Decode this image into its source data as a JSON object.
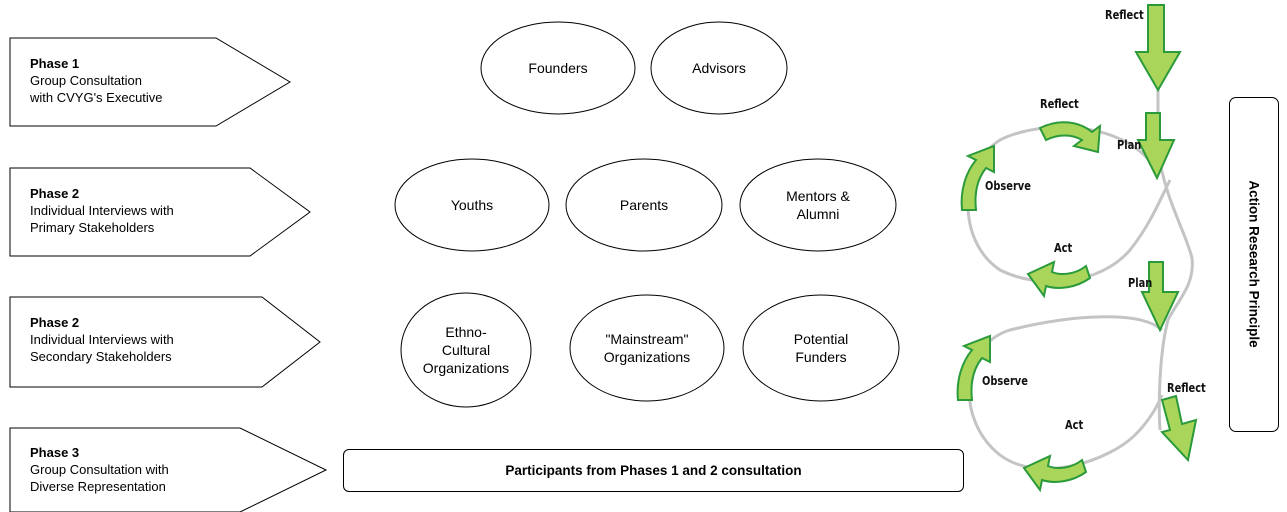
{
  "phases": [
    {
      "title": "Phase 1",
      "lines": [
        "Group Consultation",
        "with CVYG's Executive"
      ]
    },
    {
      "title": "Phase 2",
      "lines": [
        "Individual Interviews with",
        "Primary Stakeholders"
      ]
    },
    {
      "title": "Phase 2",
      "lines": [
        "Individual Interviews with",
        "Secondary Stakeholders"
      ]
    },
    {
      "title": "Phase 3",
      "lines": [
        "Group Consultation with",
        "Diverse Representation"
      ]
    }
  ],
  "groups": {
    "row1": [
      "Founders",
      "Advisors"
    ],
    "row2": [
      "Youths",
      "Parents",
      "Mentors &\nAlumni"
    ],
    "row3": [
      "Ethno-\nCultural\nOrganizations",
      "\"Mainstream\"\nOrganizations",
      "Potential\nFunders"
    ]
  },
  "participants": "Participants from Phases 1 and 2 consultation",
  "cycle": {
    "top_reflect": "Reflect",
    "cycle1": {
      "plan": "Plan",
      "act": "Act",
      "observe": "Observe",
      "reflect": "Reflect"
    },
    "cycle2": {
      "plan": "Plan",
      "act": "Act",
      "observe": "Observe",
      "reflect": "Reflect"
    }
  },
  "side_label": "Action Research Principle",
  "colors": {
    "arrow_fill": "#a9d65a",
    "arrow_shadow": "#2a9a3a",
    "loop": "#c4c4c4"
  }
}
